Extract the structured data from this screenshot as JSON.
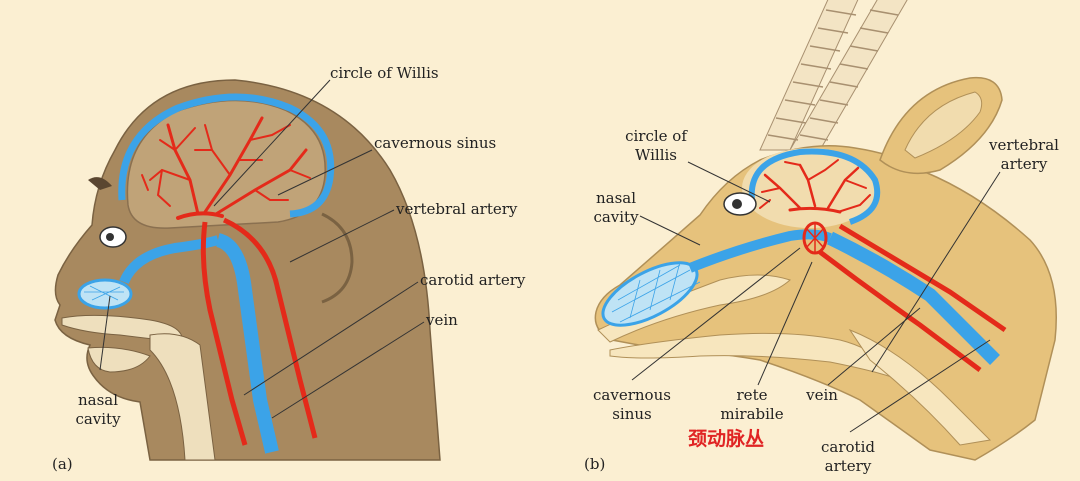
{
  "panel_a": {
    "tag": "(a)",
    "labels": {
      "circle_of_willis": "circle of Willis",
      "cavernous_sinus": "cavernous sinus",
      "vertebral_artery": "vertebral artery",
      "carotid_artery": "carotid artery",
      "vein": "vein",
      "nasal": "nasal",
      "cavity": "cavity"
    }
  },
  "panel_b": {
    "tag": "(b)",
    "labels": {
      "circle_of": "circle of",
      "willis": "Willis",
      "nasal": "nasal",
      "cavity": "cavity",
      "vertebral": "vertebral",
      "artery": "artery",
      "cavernous": "cavernous",
      "sinus": "sinus",
      "rete": "rete",
      "mirabile": "mirabile",
      "vein": "vein",
      "carotid": "carotid",
      "carotid_artery_word": "artery"
    },
    "chinese_caption": "颈动脉丛"
  },
  "colors": {
    "background": "#fbefd2",
    "primate_head": "#a8895f",
    "antelope_head": "#e6c27c",
    "artery": "#e42a1a",
    "vein": "#3ba3e8",
    "chinese_caption": "#e02424"
  }
}
